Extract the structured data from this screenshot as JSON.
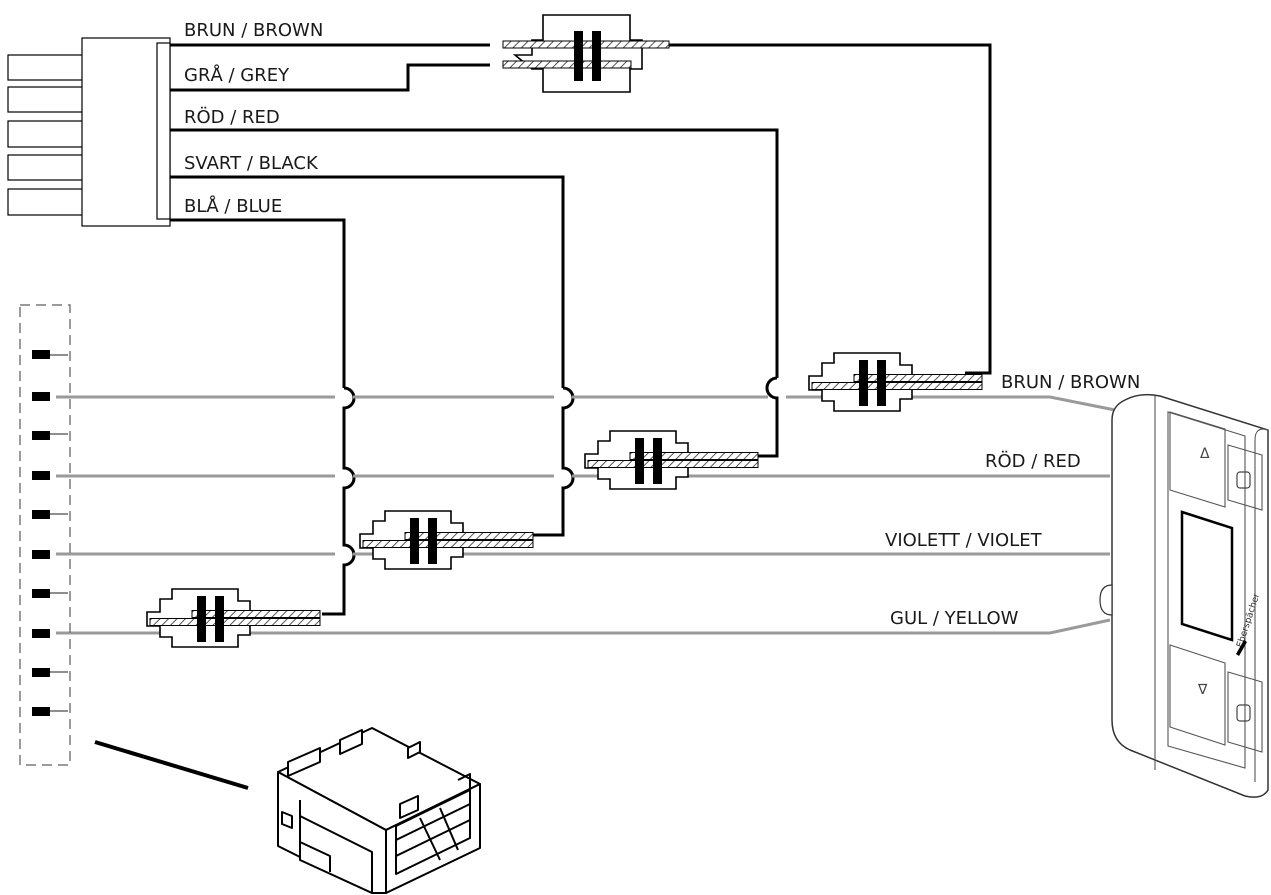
{
  "connector_wires": [
    {
      "id": "brown",
      "label": "BRUN / BROWN"
    },
    {
      "id": "grey",
      "label": "GRÅ / GREY"
    },
    {
      "id": "red",
      "label": "RÖD / RED"
    },
    {
      "id": "black",
      "label": "SVART / BLACK"
    },
    {
      "id": "blue",
      "label": "BLÅ / BLUE"
    }
  ],
  "device_wires": [
    {
      "id": "brown",
      "label": "BRUN / BROWN"
    },
    {
      "id": "red",
      "label": "RÖD / RED"
    },
    {
      "id": "violet",
      "label": "VIOLETT / VIOLET"
    },
    {
      "id": "yellow",
      "label": "GUL / YELLOW"
    }
  ],
  "device": {
    "brand_text": "Eberspächer",
    "up_symbol": "Δ",
    "down_symbol": "∇"
  },
  "icons": [
    "splice-connector-icon",
    "wiring-plug-icon",
    "pin-header-icon",
    "control-panel-icon",
    "plug-housing-3d-icon"
  ]
}
